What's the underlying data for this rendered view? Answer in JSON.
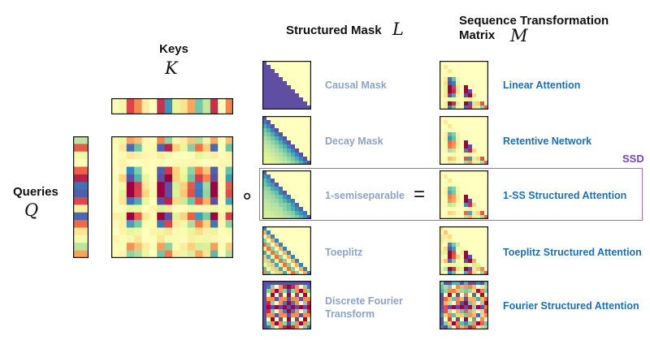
{
  "keys": {
    "title": "Keys",
    "symbol": "K"
  },
  "queries": {
    "title": "Queries",
    "symbol": "Q"
  },
  "mask_header": {
    "title": "Structured Mask",
    "symbol": "L"
  },
  "matrix_header": {
    "title_line1": "Sequence Transformation",
    "title_line2": "Matrix",
    "symbol": "M"
  },
  "operators": {
    "hadamard": "∘",
    "equals": "="
  },
  "ssd_label": "SSD",
  "rows": [
    {
      "mask": "Causal Mask",
      "attention": "Linear Attention"
    },
    {
      "mask": "Decay Mask",
      "attention": "Retentive Network"
    },
    {
      "mask": "1-semiseparable",
      "attention": "1-SS Structured Attention"
    },
    {
      "mask": "Toeplitz",
      "attention": "Toeplitz Structured Attention"
    },
    {
      "mask": "Discrete Fourier Transform",
      "attention": "Fourier Structured Attention"
    }
  ],
  "colors": {
    "ssd_box": "#9b6fc4",
    "mask_text": "#8ea3c8",
    "attention_text": "#1f6fb0"
  }
}
